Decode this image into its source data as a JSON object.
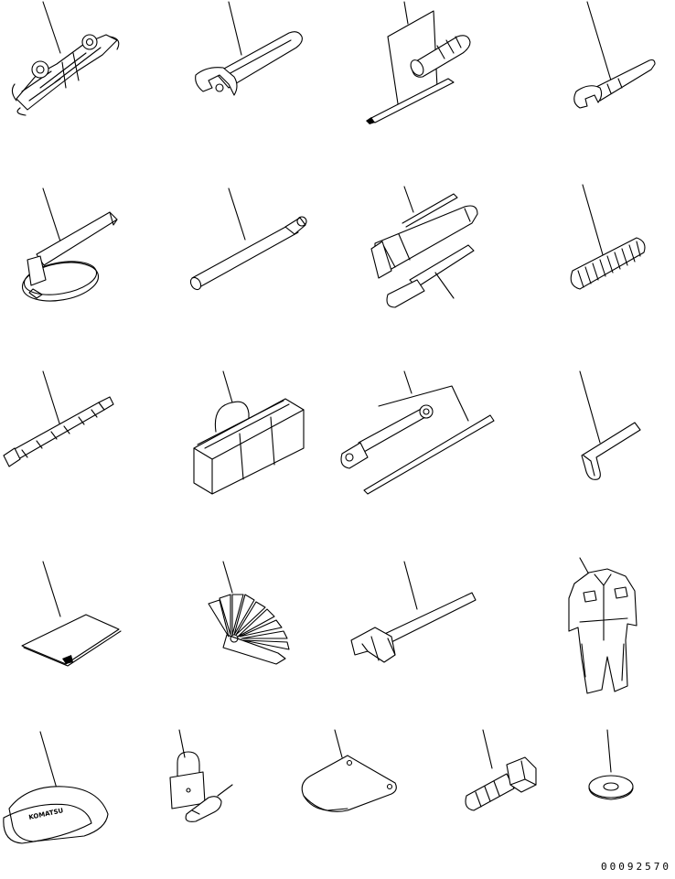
{
  "drawing": {
    "number": "00092570",
    "cap_print": "KOMATSU"
  },
  "colors": {
    "line": "#000000",
    "background": "#ffffff"
  },
  "parts": [
    "wrench-set",
    "adjustable-wrench",
    "screwdriver-set",
    "open-end-wrench",
    "filter-wrench",
    "bar",
    "grease-gun",
    "spring",
    "hose",
    "tool-bag",
    "socket-wrench-set",
    "hex-key",
    "manual",
    "feeler-gauge",
    "hammer",
    "coverall",
    "cap",
    "padlock",
    "cover-plate",
    "bolt",
    "washer"
  ]
}
